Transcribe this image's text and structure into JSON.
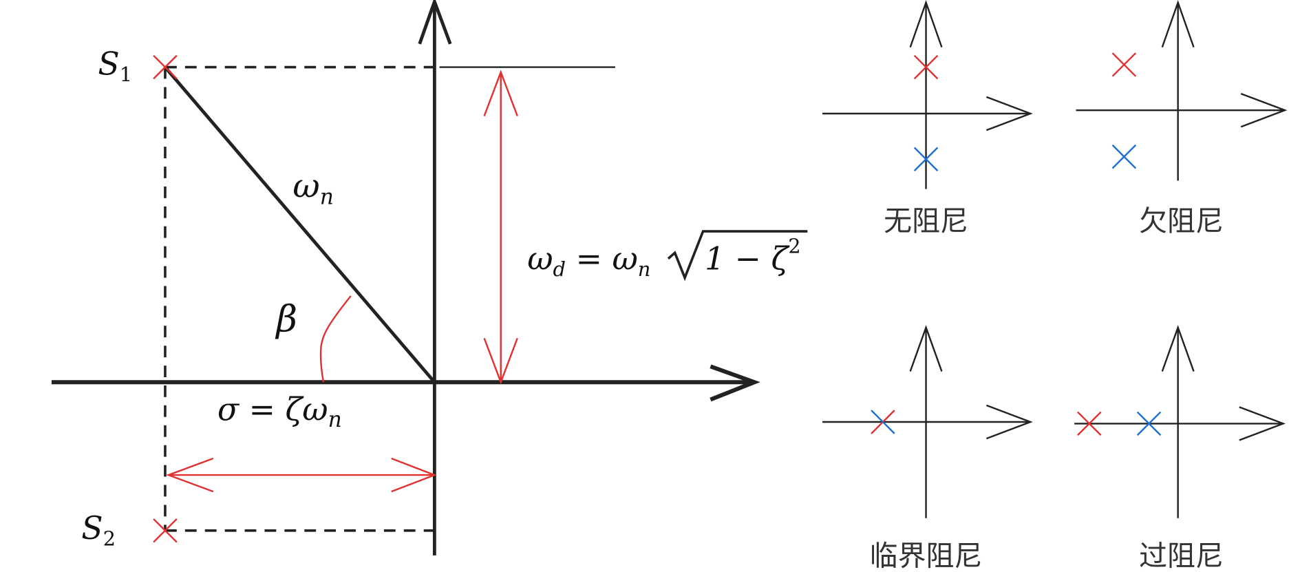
{
  "main": {
    "pole_upper_label": "S",
    "pole_upper_sub": "1",
    "pole_lower_label": "S",
    "pole_lower_sub": "2",
    "omega_n_label": "ω",
    "omega_n_sub": "n",
    "beta_label": "β",
    "sigma_label": "σ = ζω",
    "sigma_sub": "n",
    "omega_d_label": "ω",
    "omega_d_sub": "d",
    "omega_d_eq": " = ω",
    "omega_d_eq_sub": "n",
    "sqrt_content": "1 − ζ",
    "sqrt_sup": "2"
  },
  "panels": [
    {
      "label": "无阻尼"
    },
    {
      "label": "欠阻尼"
    },
    {
      "label": "临界阻尼"
    },
    {
      "label": "过阻尼"
    }
  ],
  "colors": {
    "pole_red": "#e03030",
    "pole_blue": "#1a6fd0",
    "axis": "#222222"
  }
}
